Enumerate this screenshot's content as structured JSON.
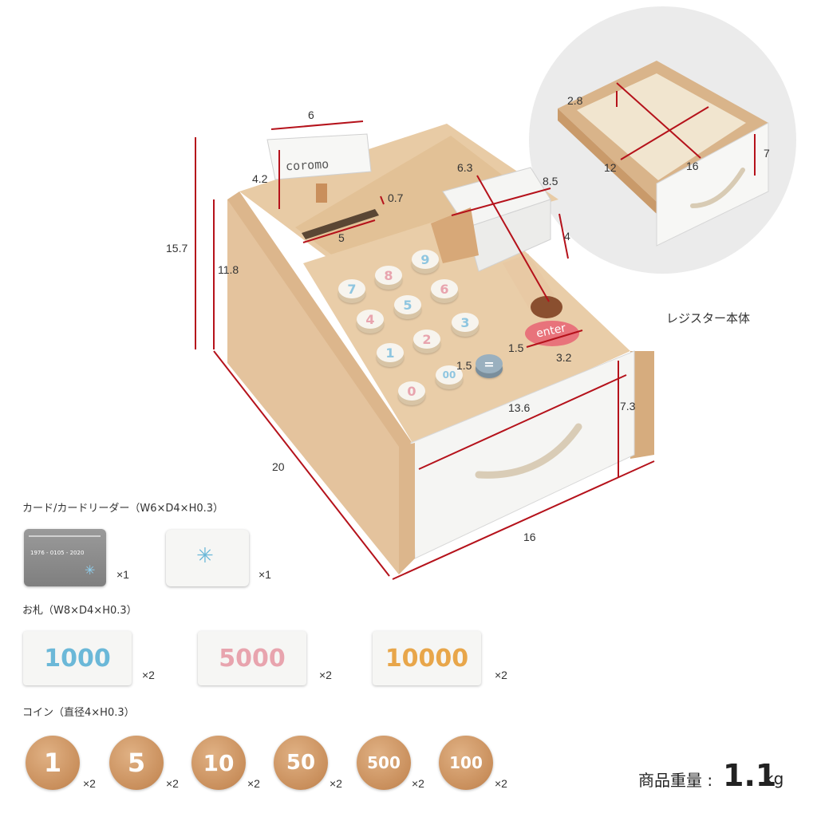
{
  "register": {
    "brand": "coromo",
    "enter_label": "enter",
    "keys": [
      "7",
      "8",
      "9",
      "4",
      "5",
      "6",
      "1",
      "2",
      "3",
      "0",
      "00",
      "="
    ],
    "label": "レジスター本体"
  },
  "dimensions": {
    "card_w": "6",
    "card_h": "4.2",
    "slot_h": "0.7",
    "slot_w": "5",
    "height_total": "15.7",
    "height_front": "11.8",
    "reader_w": "6.3",
    "reader_d": "8.5",
    "reader_h": "4",
    "enter_h": "1.5",
    "enter_w": "3.2",
    "eq_h": "1.5",
    "drawer_w": "13.6",
    "drawer_h": "7.3",
    "depth": "20",
    "width": "16",
    "inset_depth": "2.8",
    "inset_w": "12",
    "inset_d": "16",
    "inset_h": "7"
  },
  "sections": {
    "cards_title": "カード/カードリーダー（W6×D4×H0.3）",
    "bills_title": "お札（W8×D4×H0.3）",
    "coins_title": "コイン（直径4×H0.3）"
  },
  "cards": [
    {
      "text": "1976 - 0105 - 2020",
      "qty": "×1"
    },
    {
      "qty": "×1"
    }
  ],
  "bills": [
    {
      "value": "1000",
      "color": "#6bb8d8",
      "qty": "×2"
    },
    {
      "value": "5000",
      "color": "#e8a4ae",
      "qty": "×2"
    },
    {
      "value": "10000",
      "color": "#e8a64a",
      "qty": "×2"
    }
  ],
  "coins": [
    {
      "value": "1",
      "qty": "×2"
    },
    {
      "value": "5",
      "qty": "×2"
    },
    {
      "value": "10",
      "qty": "×2"
    },
    {
      "value": "50",
      "qty": "×2"
    },
    {
      "value": "500",
      "qty": "×2"
    },
    {
      "value": "100",
      "qty": "×2"
    }
  ],
  "weight": {
    "label": "商品重量 :",
    "value": "1.1",
    "unit": "kg"
  },
  "colors": {
    "dimension_line": "#b5121b",
    "wood": "#e2bf98",
    "white_part": "#f4f4f2"
  }
}
